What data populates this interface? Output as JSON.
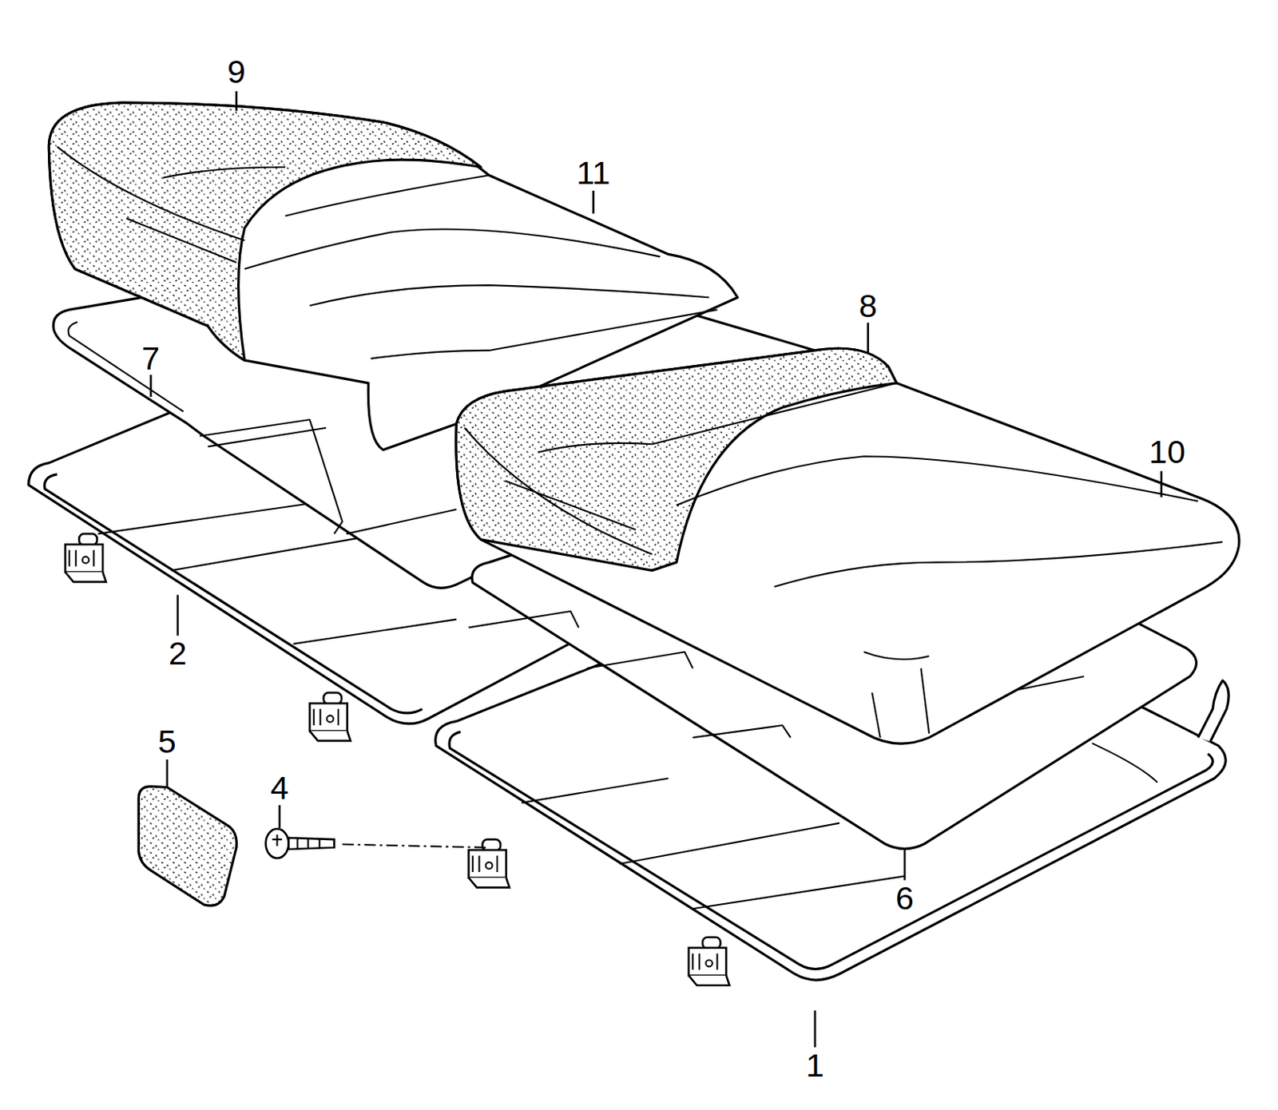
{
  "diagram": {
    "labels": [
      "9",
      "11",
      "8",
      "7",
      "10",
      "2",
      "5",
      "4",
      "6",
      "1"
    ]
  }
}
